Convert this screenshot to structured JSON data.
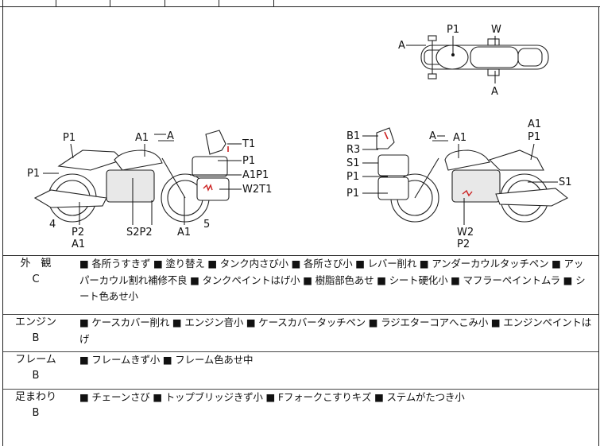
{
  "diagram": {
    "top_view_labels": {
      "a_left": "A",
      "p1": "P1",
      "w": "W",
      "a_bottom": "A"
    },
    "left_side_labels": {
      "p1_tank": "P1",
      "a1_tank": "A1",
      "a_mirror": "A",
      "t1": "T1",
      "p1_cowl": "P1",
      "p1_front": "P1",
      "a1p1": "A1P1",
      "w2t1": "W2T1",
      "num_4": "4",
      "p2": "P2",
      "a1_low": "A1",
      "s2p2": "S2P2",
      "a1_engine": "A1",
      "num_5": "5"
    },
    "right_side_labels": {
      "b1": "B1",
      "r3": "R3",
      "s1_left": "S1",
      "p1_a": "P1",
      "p1_b": "P1",
      "a_mirror": "A",
      "a1_tank": "A1",
      "a1_top": "A1",
      "p1_top": "P1",
      "s1_right": "S1",
      "w2": "W2",
      "p2": "P2"
    }
  },
  "notes": [
    {
      "category": "外　観",
      "grade": "C",
      "text": "■ 各所うすきず ■ 塗り替え ■ タンク内さび小 ■ 各所さび小 ■ レバー削れ ■ アンダーカウルタッチペン ■ アッパーカウル割れ補修不良 ■ タンクペイントはげ小 ■ 樹脂部色あせ ■ シート硬化小 ■ マフラーペイントムラ ■ シート色あせ小"
    },
    {
      "category": "エンジン",
      "grade": "B",
      "text": "■ ケースカバー削れ ■ エンジン音小 ■ ケースカバータッチペン ■ ラジエターコアへこみ小 ■ エンジンペイントはげ"
    },
    {
      "category": "フレーム",
      "grade": "B",
      "text": "■ フレームきず小 ■ フレーム色あせ中"
    },
    {
      "category": "足まわり",
      "grade": "B",
      "text": "■ チェーンさび ■ トップブリッジきず小 ■ Fフォークこすりキズ ■ ステムがたつき小"
    }
  ],
  "colors": {
    "damage_mark": "#cc2222",
    "line": "#222222"
  }
}
